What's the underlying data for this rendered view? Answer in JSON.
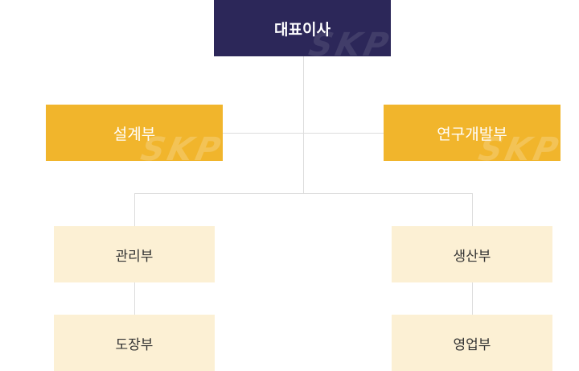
{
  "org": {
    "ceo": "대표이사",
    "departments": [
      "설계부",
      "연구개발부"
    ],
    "teams": [
      "관리부",
      "생산부",
      "도장부",
      "영업부"
    ],
    "watermark": "SKP"
  },
  "colors": {
    "ceo": "#2c2759",
    "department": "#f1b52c",
    "team": "#fcf0d4",
    "line": "#dddddd"
  }
}
